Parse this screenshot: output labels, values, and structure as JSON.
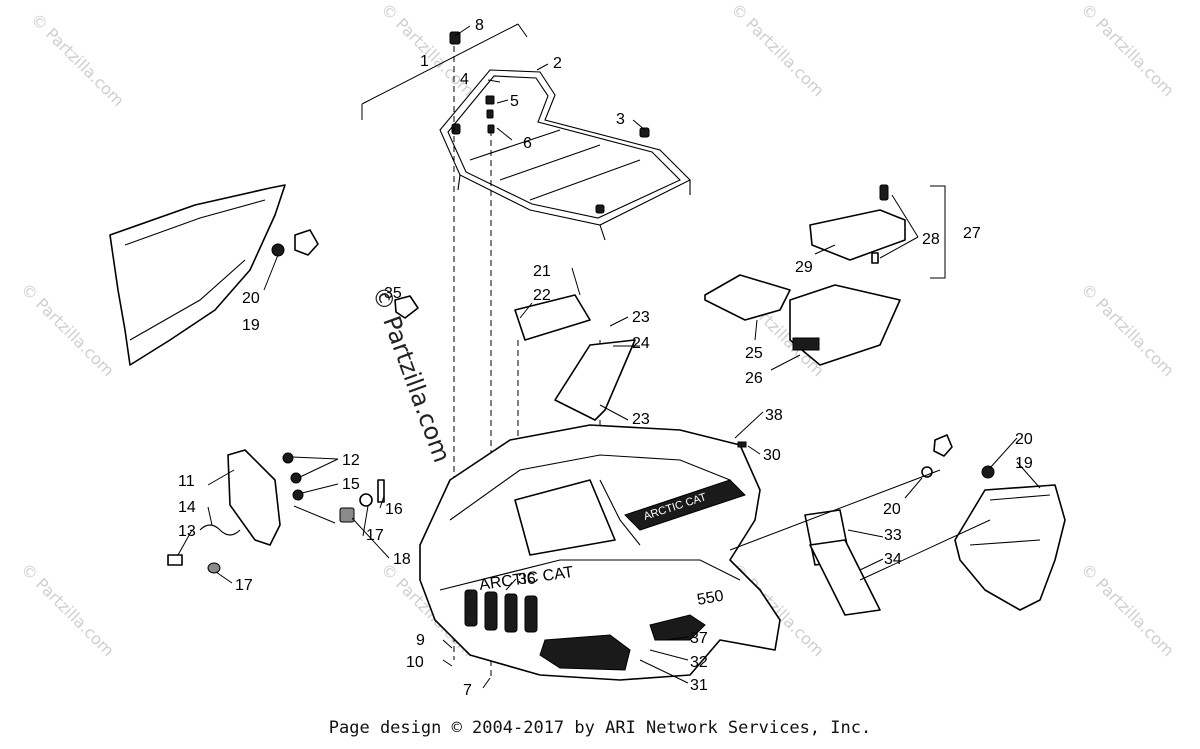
{
  "watermark": {
    "text": "© Partzilla.com",
    "diagonal_text": "© Partzilla.com"
  },
  "callouts": {
    "n1": "1",
    "n2": "2",
    "n3": "3",
    "n4": "4",
    "n5": "5",
    "n6": "6",
    "n7": "7",
    "n8": "8",
    "n9": "9",
    "n10": "10",
    "n11": "11",
    "n12": "12",
    "n13": "13",
    "n14": "14",
    "n15": "15",
    "n16": "16",
    "n17a": "17",
    "n17b": "17",
    "n18": "18",
    "n19a": "19",
    "n20a": "20",
    "n19b": "19",
    "n20b": "20",
    "n20c": "20",
    "n21": "21",
    "n22": "22",
    "n23a": "23",
    "n23b": "23",
    "n24": "24",
    "n25": "25",
    "n26": "26",
    "n27": "27",
    "n28": "28",
    "n29": "29",
    "n30": "30",
    "n31": "31",
    "n32": "32",
    "n33": "33",
    "n34": "34",
    "n35": "35",
    "n36": "36",
    "n37": "37",
    "n38": "38"
  },
  "decals": {
    "brand": "ARCTIC CAT",
    "model": "550"
  },
  "footer": {
    "text": "Page design © 2004-2017 by ARI Network Services, Inc."
  }
}
